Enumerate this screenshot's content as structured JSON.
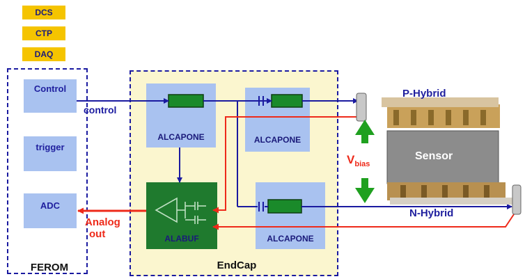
{
  "tags": [
    "DCS",
    "CTP",
    "DAQ"
  ],
  "ferom": {
    "label": "FEROM",
    "control": "Control",
    "trigger": "trigger",
    "adc": "ADC"
  },
  "endcap": {
    "label": "EndCap",
    "alcapone_top_left": "ALCAPONE",
    "alcapone_top_right": "ALCAPONE",
    "alcapone_bottom": "ALCAPONE",
    "alabuf": "ALABUF"
  },
  "signals": {
    "control": "control",
    "analog_line1": "Analog",
    "analog_line2": "out"
  },
  "sensor": {
    "p_hybrid": "P-Hybrid",
    "n_hybrid": "N-Hybrid",
    "sensor": "Sensor",
    "vbias_main": "V",
    "vbias_sub": "bias"
  },
  "colors": {
    "tag_yellow": "#f5c400",
    "endcap_bg": "#fbf6cf",
    "block_blue": "#a9c2f0",
    "chip_green": "#1a8a2a",
    "alabuf_green": "#1f7a2e",
    "wire_blue": "#1a1aa0",
    "wire_red": "#ee2a1a",
    "arrow_green": "#1fa01f"
  }
}
